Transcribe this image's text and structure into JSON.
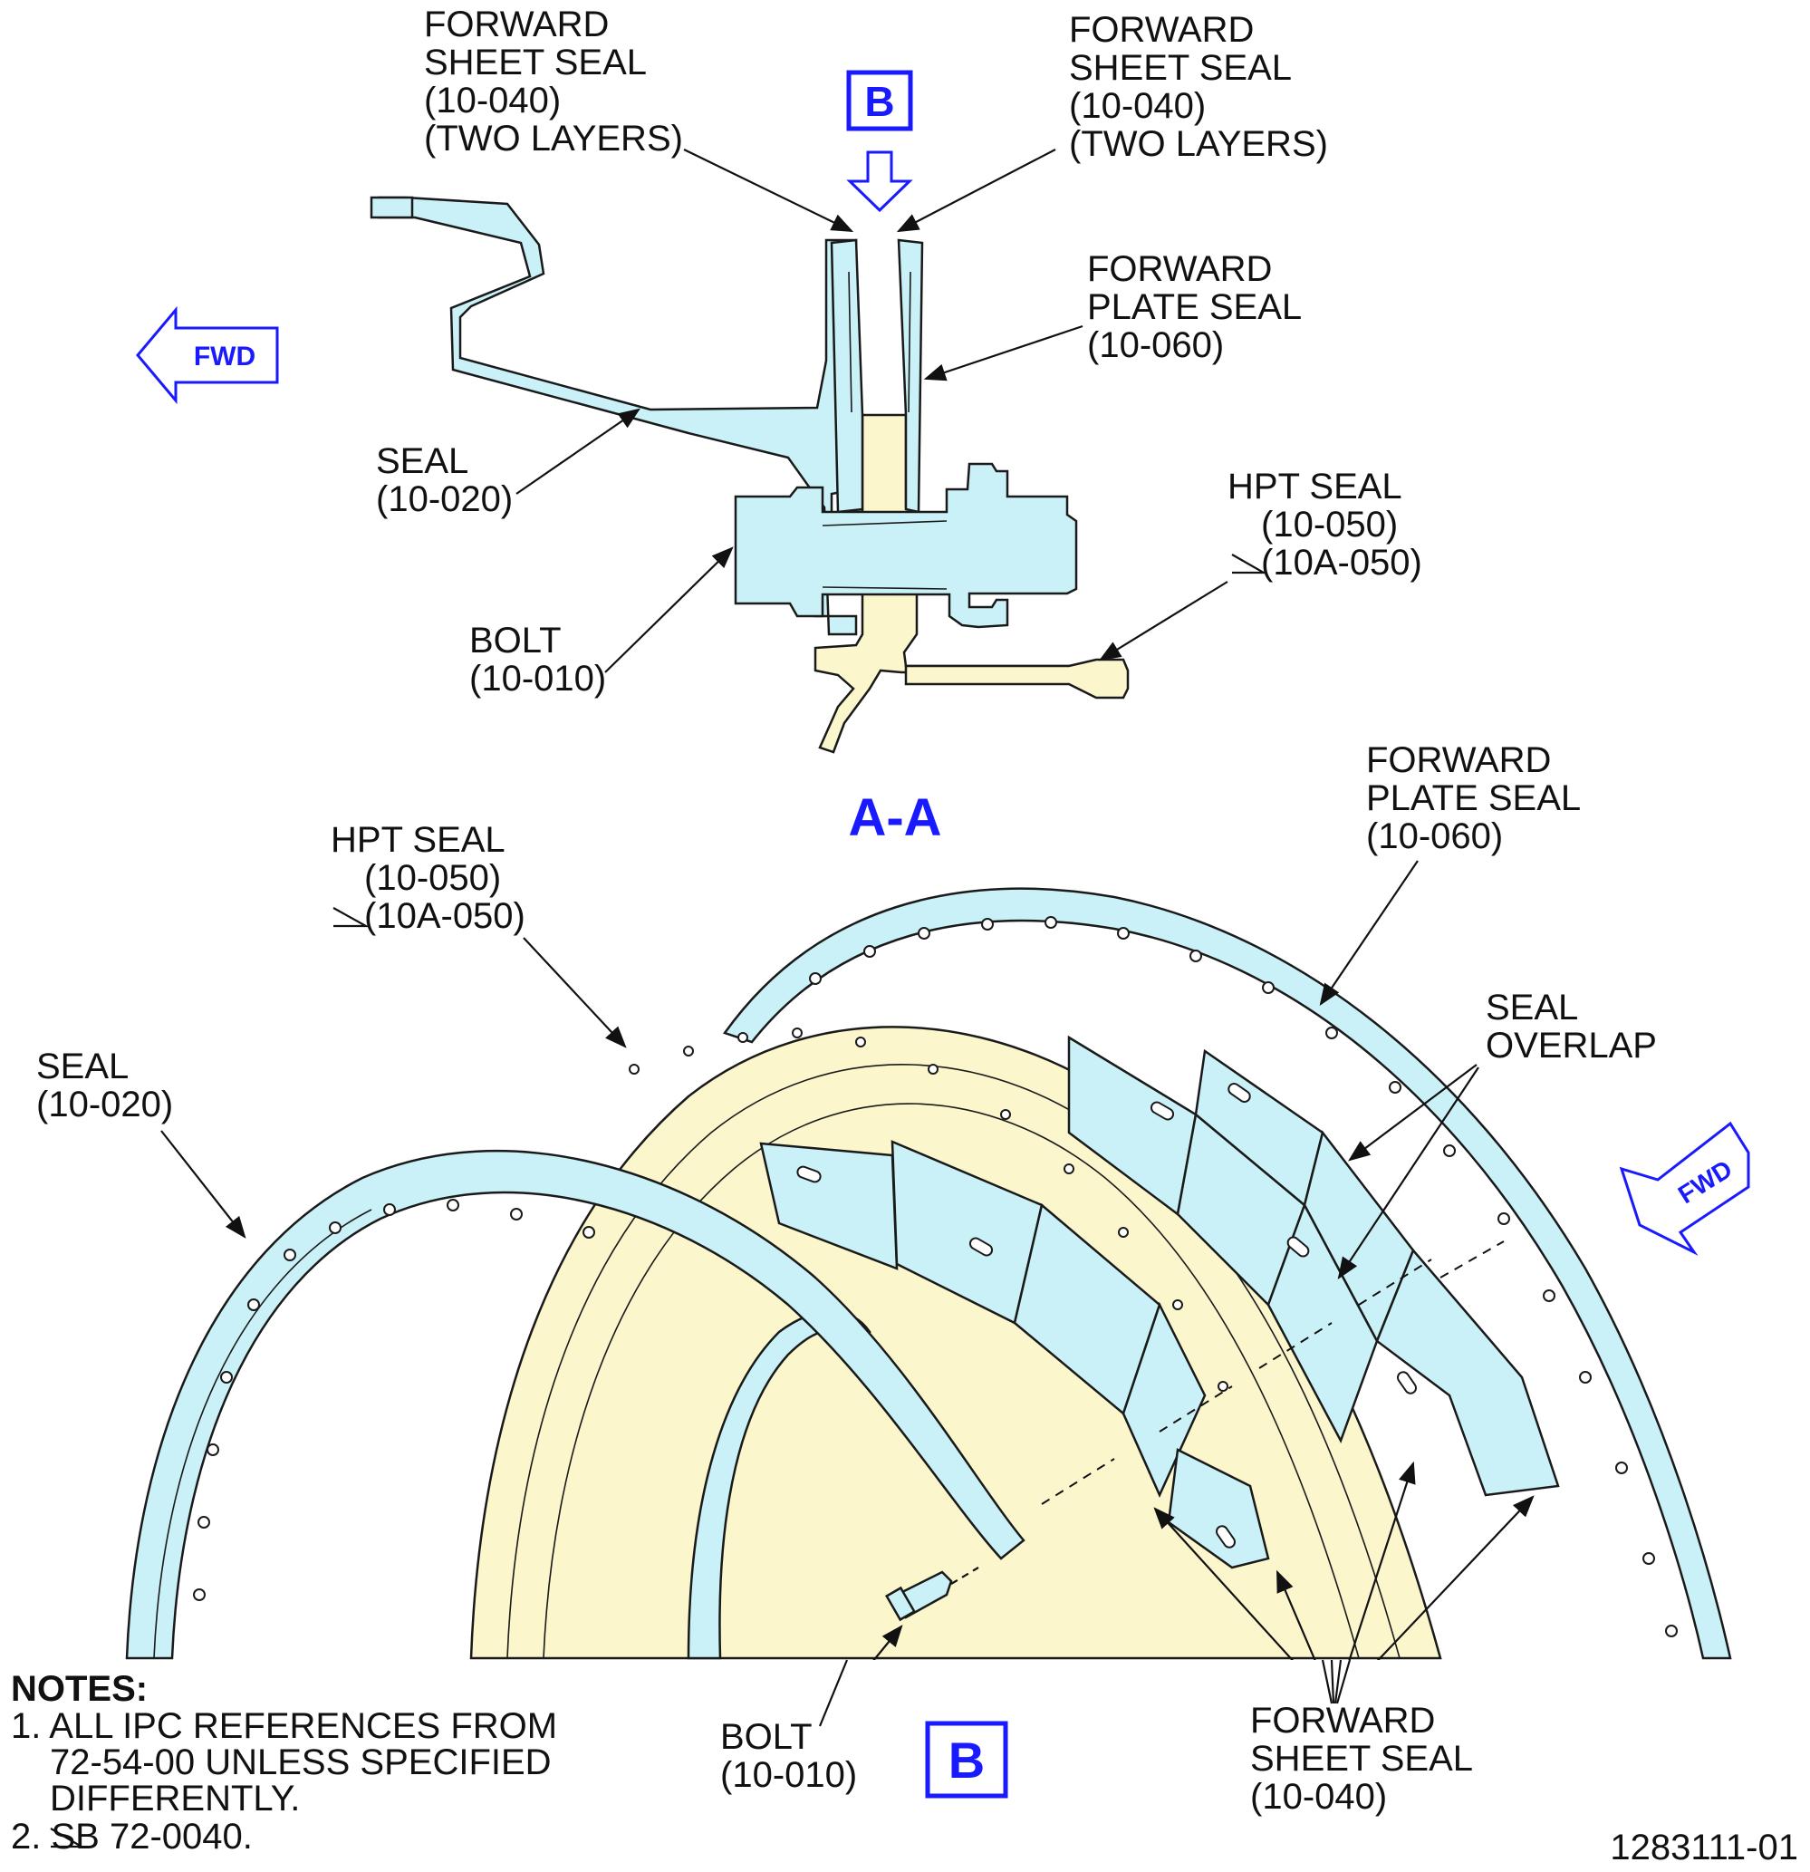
{
  "section_a": {
    "view_marker": "B",
    "fwd_label": "FWD",
    "labels": {
      "fwd_sheet_left": [
        "FORWARD",
        "SHEET SEAL",
        "(10-040)",
        "(TWO LAYERS)"
      ],
      "fwd_sheet_right": [
        "FORWARD",
        "SHEET SEAL",
        "(10-040)",
        "(TWO LAYERS)"
      ],
      "fwd_plate": [
        "FORWARD",
        "PLATE SEAL",
        "(10-060)"
      ],
      "seal": [
        "SEAL",
        "(10-020)"
      ],
      "hpt_seal": [
        "HPT SEAL",
        "(10-050)",
        "(10A-050)"
      ],
      "bolt": [
        "BOLT",
        "(10-010)"
      ]
    },
    "title": "A-A"
  },
  "view_b": {
    "fwd_label": "FWD",
    "labels": {
      "hpt_seal": [
        "HPT SEAL",
        "(10-050)",
        "(10A-050)"
      ],
      "fwd_plate": [
        "FORWARD",
        "PLATE SEAL",
        "(10-060)"
      ],
      "seal": [
        "SEAL",
        "(10-020)"
      ],
      "seal_overlap": [
        "SEAL",
        "OVERLAP"
      ],
      "bolt": [
        "BOLT",
        "(10-010)"
      ],
      "fwd_sheet": [
        "FORWARD",
        "SHEET SEAL",
        "(10-040)"
      ]
    },
    "title": "B"
  },
  "notes": {
    "heading": "NOTES:",
    "note1": [
      "1. ALL IPC REFERENCES FROM",
      "72-54-00 UNLESS SPECIFIED",
      "DIFFERENTLY."
    ],
    "note2": "2.    SB 72-0040."
  },
  "figure_number": "1283111-01",
  "colors": {
    "accent_blue": "#1a1aff",
    "part_blue": "#c9f1f7",
    "part_yellow": "#fbf6cc"
  }
}
